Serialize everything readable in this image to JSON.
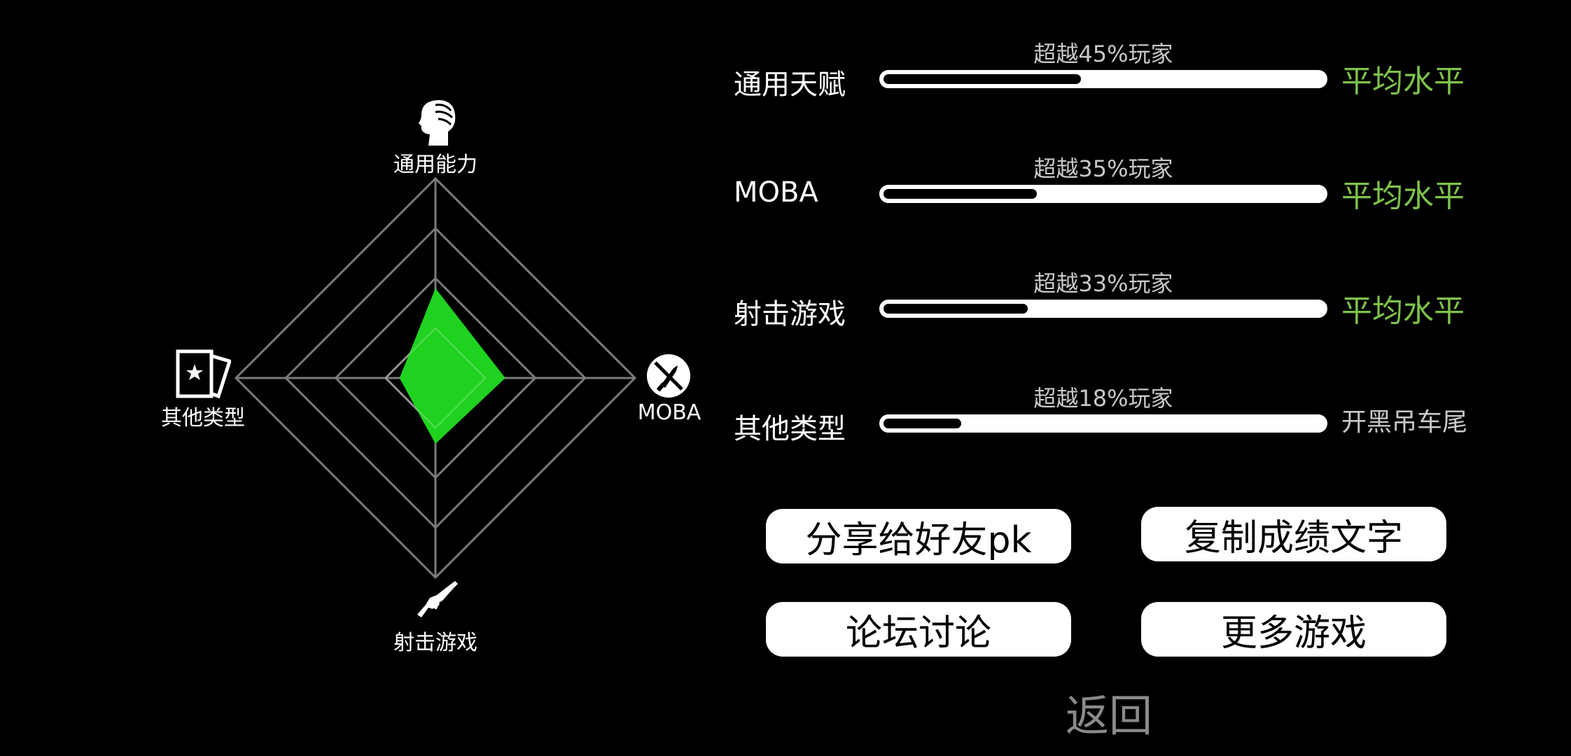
{
  "radar": {
    "axes": [
      {
        "label": "通用能力",
        "icon": "head-icon"
      },
      {
        "label": "MOBA",
        "icon": "no-sword-icon"
      },
      {
        "label": "射击游戏",
        "icon": "rifle-icon"
      },
      {
        "label": "其他类型",
        "icon": "card-icon"
      }
    ],
    "values": [
      45,
      35,
      33,
      18
    ],
    "rings": 4,
    "fill_color": "#1fd21f",
    "grid_color": "#7a7a7a"
  },
  "stats": [
    {
      "name": "通用天赋",
      "percentile_text": "超越45%玩家",
      "percentile": 45,
      "rank": "平均水平",
      "rank_color": "#7ec24a"
    },
    {
      "name": "MOBA",
      "percentile_text": "超越35%玩家",
      "percentile": 35,
      "rank": "平均水平",
      "rank_color": "#7ec24a"
    },
    {
      "name": "射击游戏",
      "percentile_text": "超越33%玩家",
      "percentile": 33,
      "rank": "平均水平",
      "rank_color": "#7ec24a"
    },
    {
      "name": "其他类型",
      "percentile_text": "超越18%玩家",
      "percentile": 18,
      "rank": "开黑吊车尾",
      "rank_color": "#c8c8c8"
    }
  ],
  "buttons": {
    "share": "分享给好友pk",
    "copy": "复制成绩文字",
    "forum": "论坛讨论",
    "more_games": "更多游戏"
  },
  "back_label": "返回"
}
